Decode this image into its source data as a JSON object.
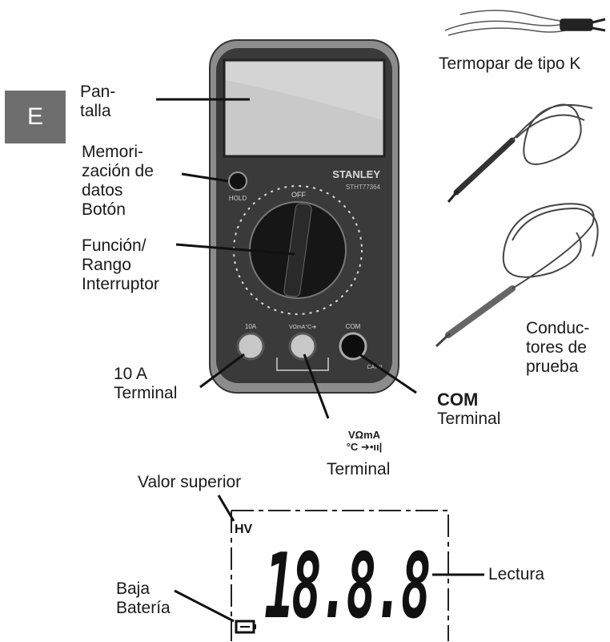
{
  "language_tab": "E",
  "labels": {
    "pantalla": [
      "Pan-",
      "talla"
    ],
    "memorizacion": [
      "Memori-",
      "zación de",
      "datos",
      "Botón"
    ],
    "funcion": [
      "Función/",
      "Rango",
      "Interruptor"
    ],
    "terminal_10a": [
      "10 A",
      "Terminal"
    ],
    "com": {
      "bold": "COM",
      "sub": "Terminal"
    },
    "vomega": {
      "line1": "VΩmA",
      "line2": "°C ➔•ıı|",
      "sub": "Terminal"
    },
    "termopar": "Termopar de tipo K",
    "conductores": [
      "Conduc-",
      "tores de",
      "prueba"
    ],
    "valor_superior": "Valor superior",
    "baja_bateria": [
      "Baja",
      "Batería"
    ],
    "lectura": "Lectura"
  },
  "meter": {
    "brand": "STANLEY",
    "model": "STHT77364",
    "hold_label": "HOLD",
    "off_label": "OFF",
    "jack_10a": "10A",
    "jack_v": "VΩmA°C➔",
    "jack_com": "COM",
    "cat_label": "CAT II"
  },
  "lcd": {
    "hv_label": "HV",
    "reading": "18.8.8"
  },
  "colors": {
    "meter_body": "#3a3a3a",
    "meter_outer": "#8c8c8c",
    "screen": "#c9c9c9",
    "tab": "#6e6e6e"
  }
}
